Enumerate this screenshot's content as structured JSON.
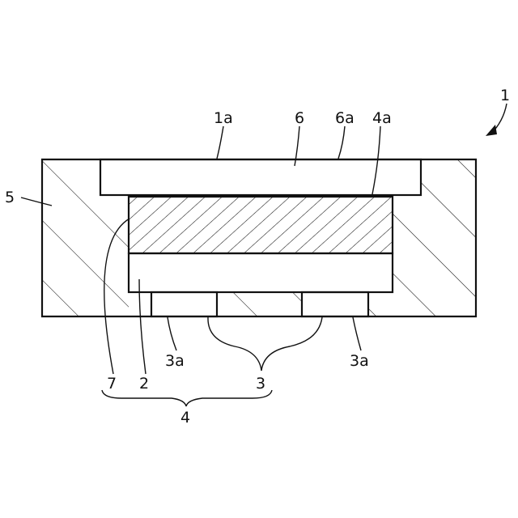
{
  "labels": {
    "assembly": "1",
    "top_face": "1a",
    "cover": "6",
    "cover_face": "6a",
    "stack_face": "4a",
    "housing": "5",
    "gap": "7",
    "substrate": "2",
    "electrode_left": "3a",
    "electrodes": "3",
    "electrode_right": "3a",
    "unit": "4"
  }
}
